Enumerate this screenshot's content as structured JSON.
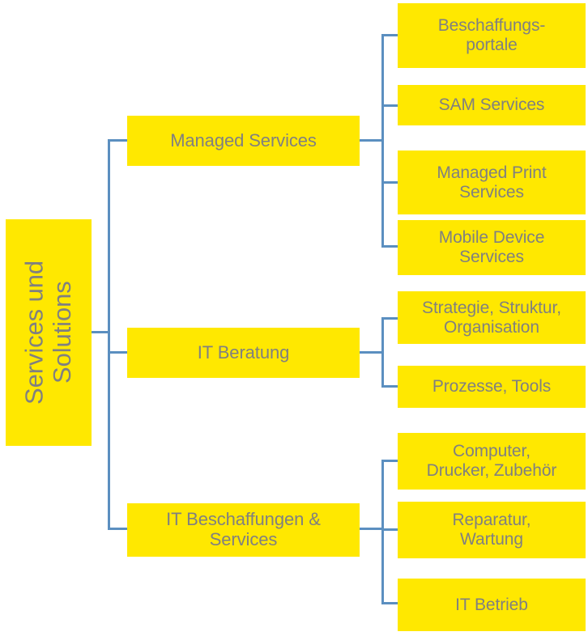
{
  "diagram": {
    "type": "org-tree",
    "orientation": "left-to-right",
    "colors": {
      "node_fill": "#FFE800",
      "node_text": "#808080",
      "connector": "#5B8FC0",
      "background": "#FFFFFF"
    },
    "root": {
      "label": "Services und\nSolutions",
      "orientation": "vertical"
    },
    "branches": [
      {
        "label": "Managed Services",
        "children": [
          {
            "label": "Beschaffungs-\nportale"
          },
          {
            "label": "SAM Services"
          },
          {
            "label": "Managed Print\nServices"
          },
          {
            "label": "Mobile Device\nServices"
          }
        ]
      },
      {
        "label": "IT Beratung",
        "children": [
          {
            "label": "Strategie, Struktur,\nOrganisation"
          },
          {
            "label": "Prozesse, Tools"
          }
        ]
      },
      {
        "label": "IT Beschaffungen &\nServices",
        "children": [
          {
            "label": "Computer,\nDrucker, Zubehör"
          },
          {
            "label": "Reparatur,\nWartung"
          },
          {
            "label": "IT Betrieb"
          }
        ]
      }
    ]
  }
}
